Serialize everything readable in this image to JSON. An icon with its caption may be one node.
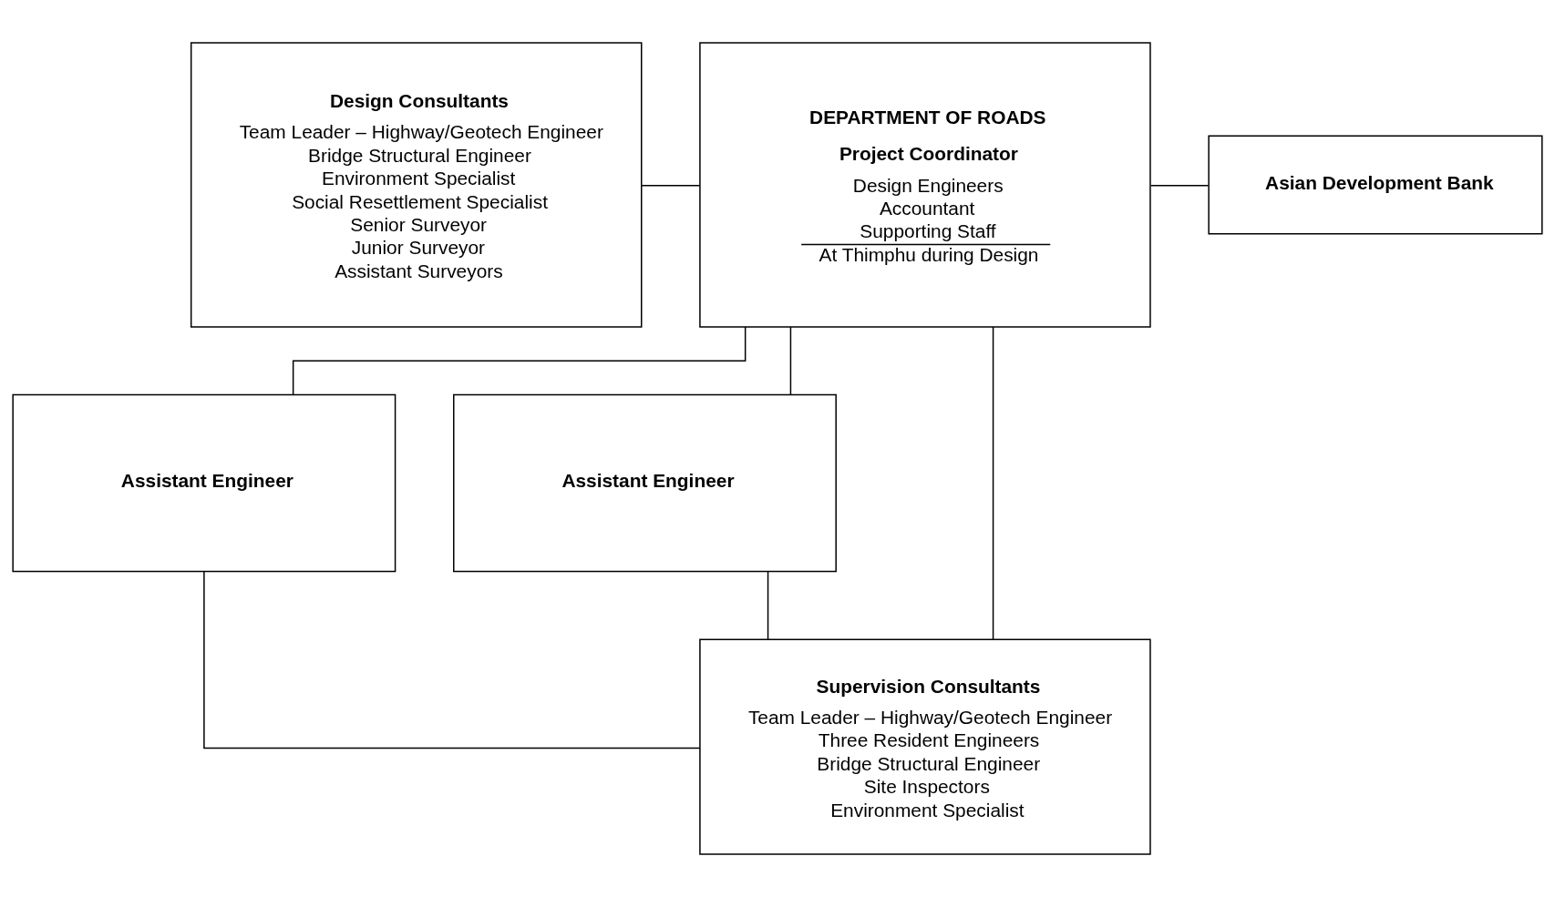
{
  "diagram": {
    "nodes": [
      {
        "text": [
          "Design Consultants",
          "Team Leader – Highway/Geotech Engineer",
          "Bridge Structural Engineer",
          "Environment Specialist",
          "Social Resettlement Specialist",
          "Senior Surveyor",
          "Junior Surveyor",
          "Assistant Surveyors"
        ]
      },
      {
        "text": [
          "DEPARTMENT OF ROADS",
          "Project Coordinator",
          "Design Engineers",
          "Accountant",
          "Supporting Staff",
          "At Thimphu during Design"
        ]
      },
      {
        "text": [
          "Asian Development Bank"
        ]
      },
      {
        "text": [
          "Assistant Engineer"
        ]
      },
      {
        "text": [
          "Assistant Engineer"
        ]
      },
      {
        "text": [
          "Supervision Consultants",
          "Team Leader – Highway/Geotech Engineer",
          "Three Resident Engineers",
          "Bridge Structural Engineer",
          "Site Inspectors",
          "Environment Specialist"
        ]
      }
    ],
    "edges": [
      {
        "from": 0,
        "to": 1,
        "arrow": "none"
      },
      {
        "from": 1,
        "to": 2,
        "arrow": "none"
      },
      {
        "from": 1,
        "to": 3,
        "arrow": "none"
      },
      {
        "from": 1,
        "to": 4,
        "arrow": "none"
      },
      {
        "from": 1,
        "to": 5,
        "arrow": "none"
      },
      {
        "from": 3,
        "to": 5,
        "arrow": "none"
      },
      {
        "from": 4,
        "to": 5,
        "arrow": "none"
      }
    ]
  }
}
